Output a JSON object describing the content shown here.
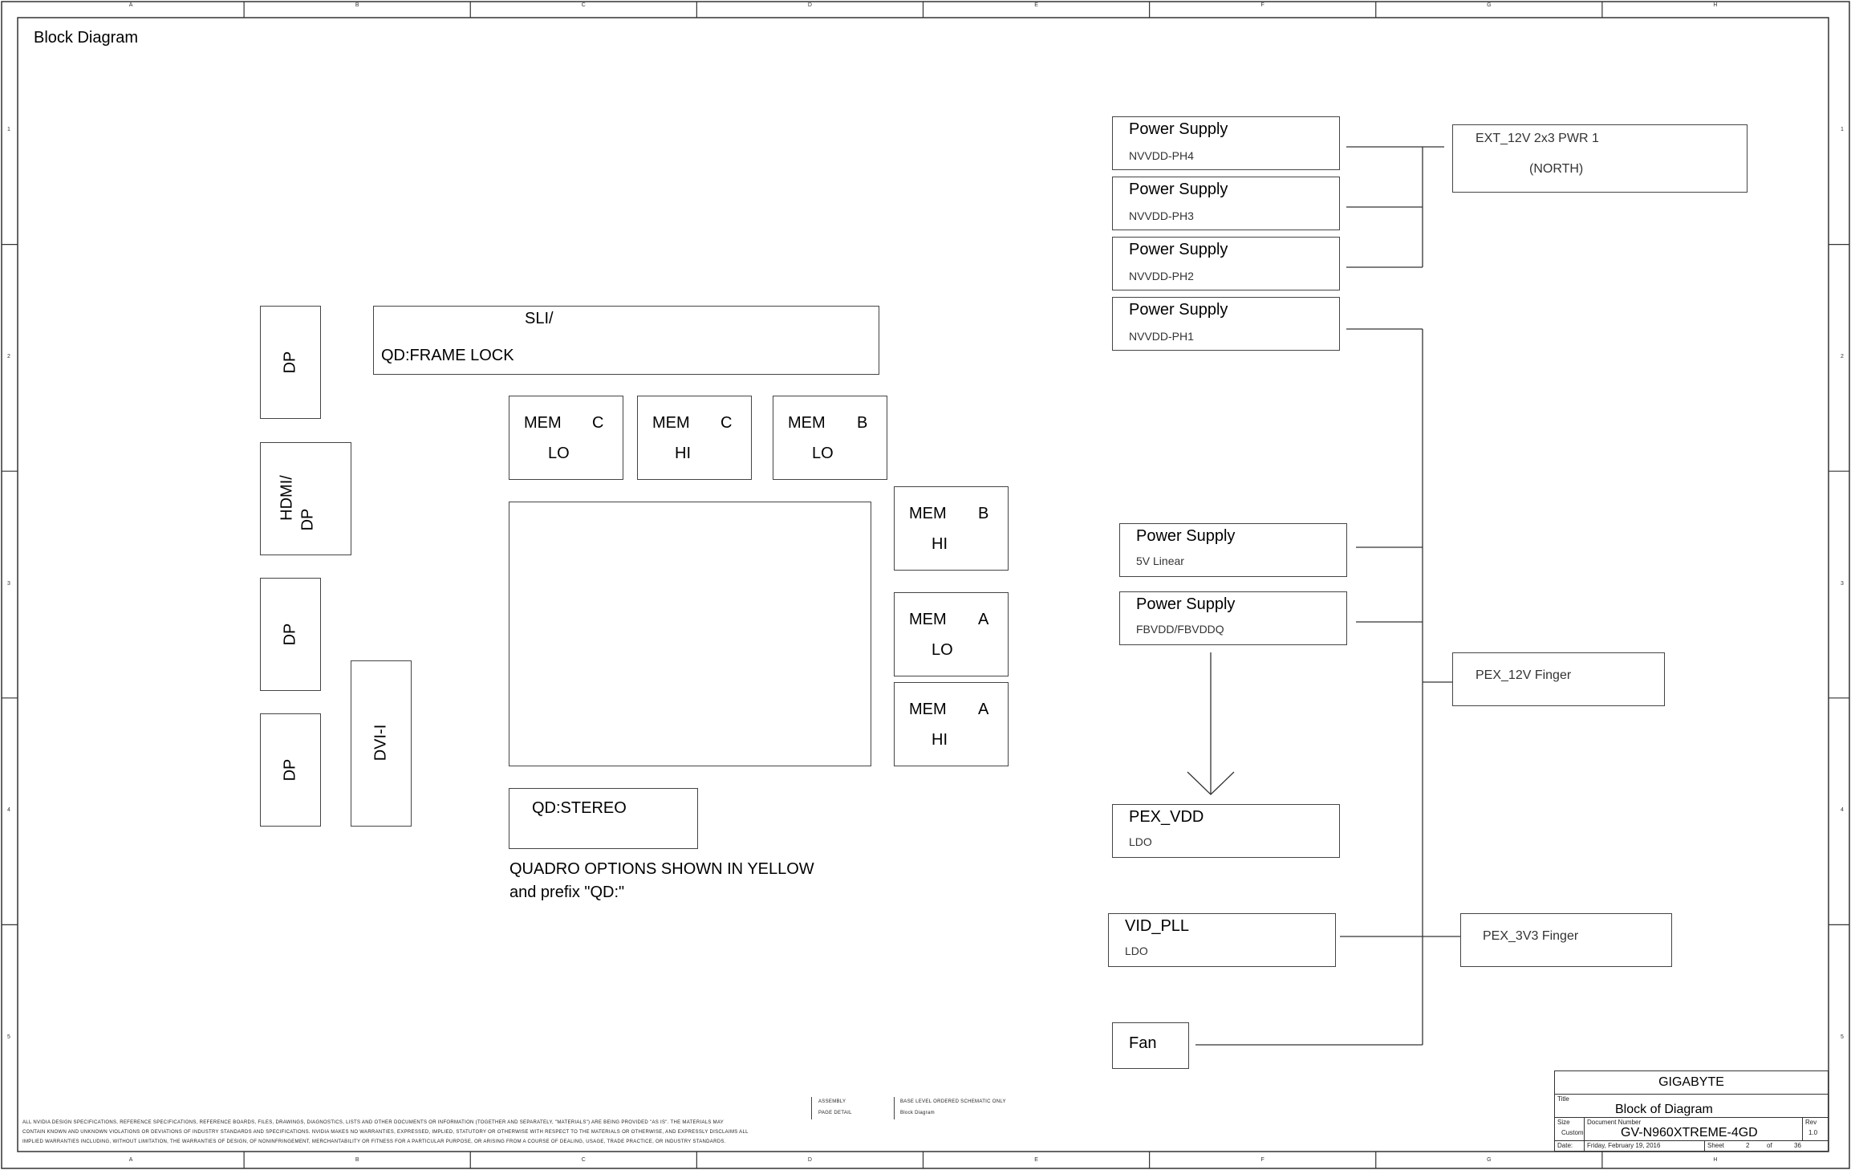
{
  "sheet_title": "Block Diagram",
  "column_labels": [
    "A",
    "B",
    "C",
    "D",
    "E",
    "F",
    "G",
    "H"
  ],
  "row_labels": [
    "1",
    "2",
    "3",
    "4",
    "5"
  ],
  "left_connectors": {
    "dp1": "DP",
    "hdmi_dp": [
      "HDMI/",
      "DP"
    ],
    "dp2": "DP",
    "dp3": "DP",
    "dvi": "DVI-I"
  },
  "sli": {
    "line1": "SLI/",
    "line2": "QD:FRAME LOCK"
  },
  "memory": {
    "mem_c_lo": [
      "MEM",
      "C",
      "LO"
    ],
    "mem_c_hi": [
      "MEM",
      "C",
      "HI"
    ],
    "mem_b_lo": [
      "MEM",
      "B",
      "LO"
    ],
    "mem_b_hi": [
      "MEM",
      "B",
      "HI"
    ],
    "mem_a_lo": [
      "MEM",
      "A",
      "LO"
    ],
    "mem_a_hi": [
      "MEM",
      "A",
      "HI"
    ]
  },
  "qd_stereo": "QD:STEREO",
  "quadro_note": [
    "QUADRO OPTIONS SHOWN IN YELLOW",
    "and prefix \"QD:\""
  ],
  "power": {
    "ph4": [
      "Power Supply",
      "NVVDD-PH4"
    ],
    "ph3": [
      "Power Supply",
      "NVVDD-PH3"
    ],
    "ph2": [
      "Power Supply",
      "NVVDD-PH2"
    ],
    "ph1": [
      "Power Supply",
      "NVVDD-PH1"
    ],
    "linear5v": [
      "Power Supply",
      "5V Linear"
    ],
    "fbvdd": [
      "Power Supply",
      "FBVDD/FBVDDQ"
    ],
    "pex_vdd": [
      "PEX_VDD",
      "LDO"
    ],
    "vid_pll": [
      "VID_PLL",
      "LDO"
    ],
    "fan": "Fan"
  },
  "sources": {
    "ext12v": [
      "EXT_12V 2x3 PWR 1",
      "(NORTH)"
    ],
    "pex12v": "PEX_12V Finger",
    "pex3v3": "PEX_3V3 Finger"
  },
  "disclaimer": [
    "ALL NVIDIA DESIGN SPECIFICATIONS, REFERENCE SPECIFICATIONS, REFERENCE BOARDS, FILES, DRAWINGS, DIAGNOSTICS, LISTS AND OTHER DOCUMENTS OR INFORMATION (TOGETHER AND SEPARATELY, \"MATERIALS\") ARE BEING PROVIDED \"AS IS\". THE MATERIALS MAY",
    "CONTAIN KNOWN AND UNKNOWN VIOLATIONS OR DEVIATIONS OF INDUSTRY STANDARDS AND SPECIFICATIONS. NVIDIA MAKES NO WARRANTIES, EXPRESSED, IMPLIED, STATUTORY OR OTHERWISE WITH RESPECT TO THE MATERIALS OR OTHERWISE, AND EXPRESSLY DISCLAIMS ALL",
    "IMPLIED WARRANTIES INCLUDING, WITHOUT LIMITATION, THE WARRANTIES OF DESIGN, OF NONINFRINGEMENT, MERCHANTABILITY OR FITNESS FOR A PARTICULAR PURPOSE, OR ARISING FROM A COURSE OF DEALING, USAGE, TRADE PRACTICE, OR INDUSTRY STANDARDS."
  ],
  "assembly": {
    "label1": "ASSEMBLY",
    "label2": "PAGE DETAIL",
    "value1": "BASE LEVEL ORDERED SCHEMATIC ONLY",
    "value2": "Block Diagram"
  },
  "title_block": {
    "company": "GIGABYTE",
    "title_label": "Title",
    "title": "Block of Diagram",
    "size_label": "Size",
    "size": "Custom",
    "docnum_label": "Document Number",
    "docnum": "GV-N960XTREME-4GD",
    "rev_label": "Rev",
    "rev": "1.0",
    "date_label": "Date:",
    "date": "Friday, February 19, 2016",
    "sheet_label": "Sheet",
    "sheet": "2",
    "of_label": "of",
    "total": "36"
  }
}
